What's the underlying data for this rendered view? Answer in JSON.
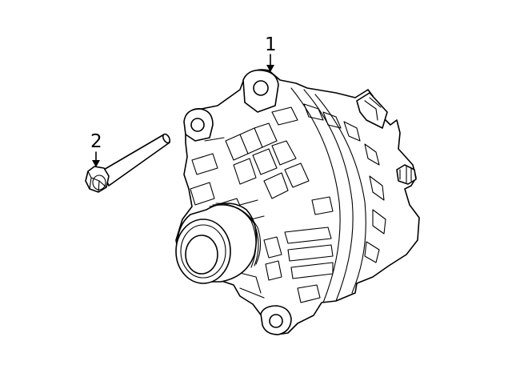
{
  "callouts": {
    "alternator": "1",
    "bolt": "2"
  },
  "parts": [
    {
      "id": "1",
      "icon": "alternator-drawing"
    },
    {
      "id": "2",
      "icon": "bolt-drawing"
    }
  ],
  "colors": {
    "line": "#000000",
    "background": "#ffffff"
  }
}
